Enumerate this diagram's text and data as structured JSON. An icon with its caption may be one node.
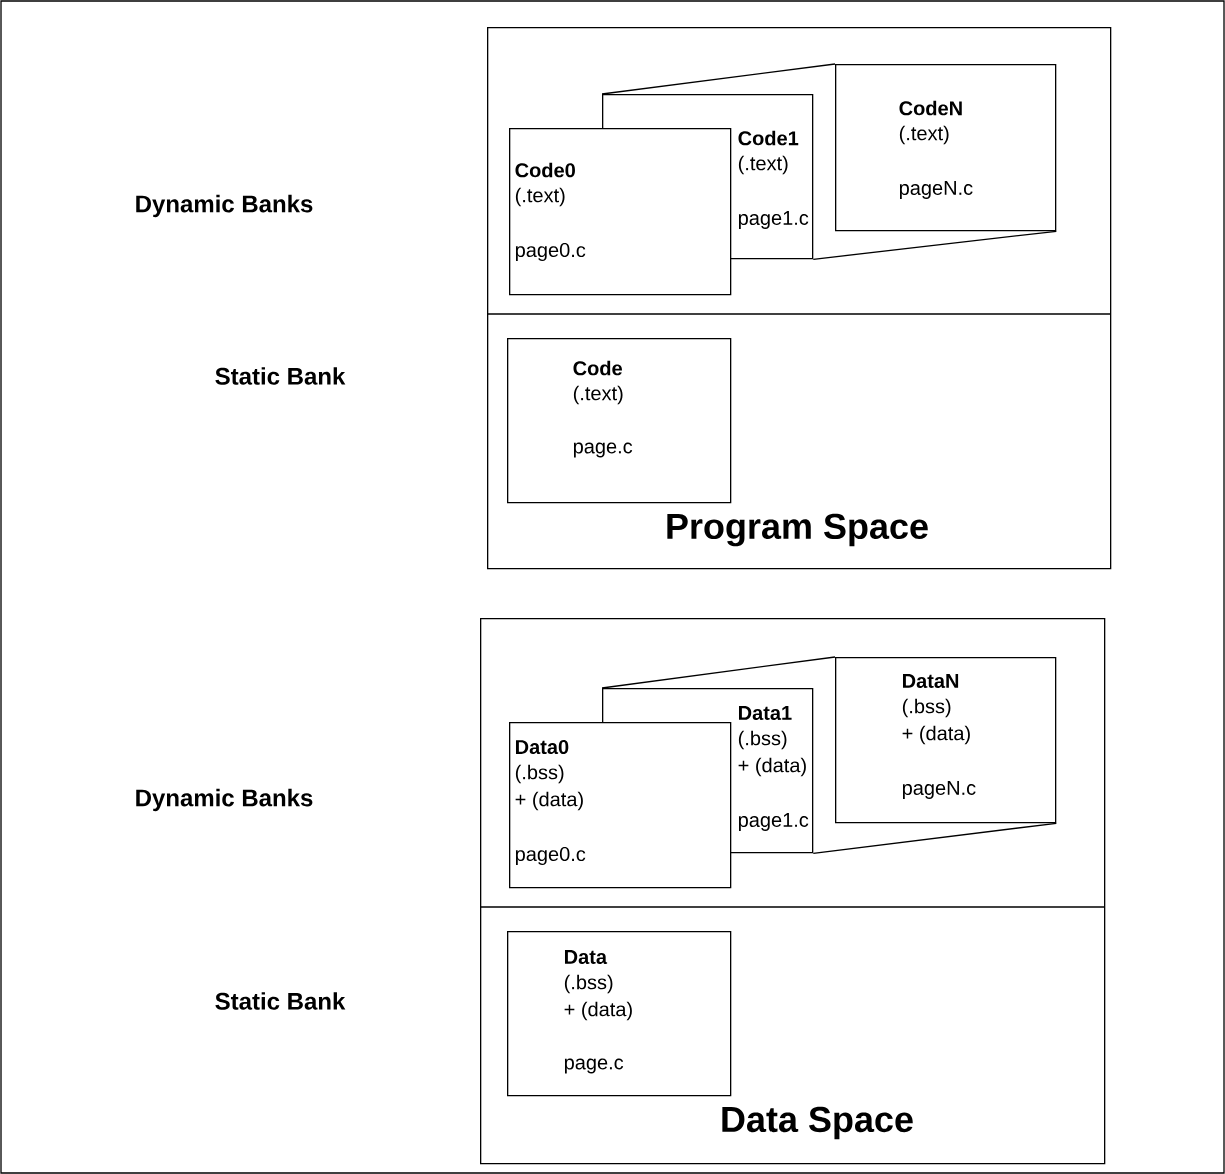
{
  "diagram": {
    "nodes": [
      {
        "text": [
          "Program Space"
        ]
      },
      {
        "text": [
          "Code0",
          "(.text)",
          "page0.c"
        ],
        "in": 0
      },
      {
        "text": [
          "Code1",
          "(.text)",
          "page1.c"
        ],
        "in": 0
      },
      {
        "text": [
          "CodeN",
          "(.text)",
          "pageN.c"
        ],
        "in": 0
      },
      {
        "text": [
          "Code",
          "(.text)",
          "page.c"
        ],
        "in": 0
      },
      {
        "text": [
          "Data Space"
        ]
      },
      {
        "text": [
          "Data0",
          "(.bss)",
          "+ (data)",
          "page0.c"
        ],
        "in": 5
      },
      {
        "text": [
          "Data1",
          "(.bss)",
          "+ (data)",
          "page1.c"
        ],
        "in": 5
      },
      {
        "text": [
          "DataN",
          "(.bss)",
          "+ (data)",
          "pageN.c"
        ],
        "in": 5
      },
      {
        "text": [
          "Data",
          "(.bss)",
          "+ (data)",
          "page.c"
        ],
        "in": 5
      }
    ],
    "edges": [
      {
        "from": 2,
        "to": 3,
        "arrow": "none"
      },
      {
        "from": 2,
        "to": 3,
        "arrow": "none"
      },
      {
        "from": 7,
        "to": 8,
        "arrow": "none"
      },
      {
        "from": 7,
        "to": 8,
        "arrow": "none"
      }
    ],
    "labels": [
      "Dynamic Banks",
      "Static Bank",
      "Dynamic Banks",
      "Static Bank"
    ]
  }
}
